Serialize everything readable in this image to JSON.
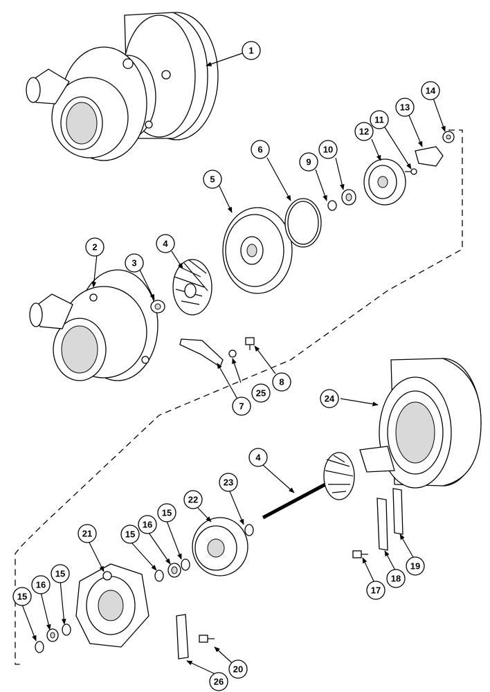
{
  "callouts": {
    "c1": "1",
    "c2": "2",
    "c3": "3",
    "c4a": "4",
    "c4b": "4",
    "c5": "5",
    "c6": "6",
    "c7": "7",
    "c8": "8",
    "c9": "9",
    "c10": "10",
    "c11": "11",
    "c12": "12",
    "c13": "13",
    "c14": "14",
    "c15a": "15",
    "c15b": "15",
    "c15c": "15",
    "c15d": "15",
    "c16a": "16",
    "c16b": "16",
    "c17": "17",
    "c18": "18",
    "c19": "19",
    "c20": "20",
    "c21": "21",
    "c22": "22",
    "c23": "23",
    "c24": "24",
    "c25": "25",
    "c26": "26"
  }
}
